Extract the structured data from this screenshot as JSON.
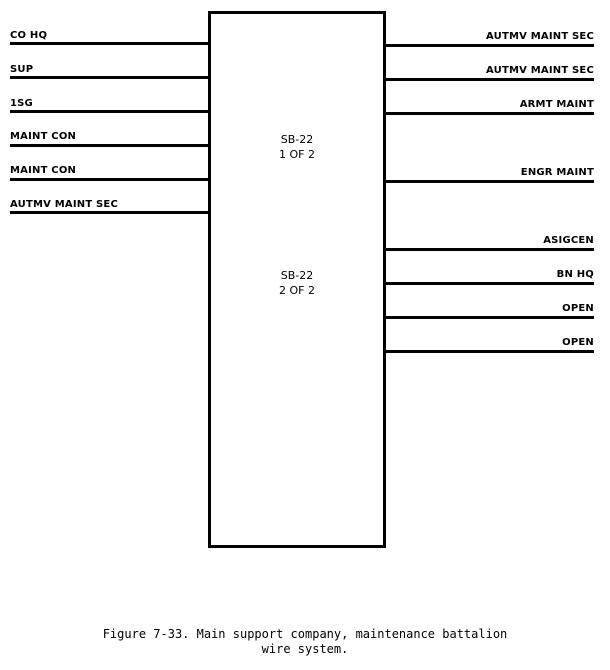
{
  "board": {
    "label_1": [
      "SB-22",
      "1 OF 2"
    ],
    "label_2": [
      "SB-22",
      "2 OF 2"
    ]
  },
  "left_wires": [
    "CO HQ",
    "SUP",
    "1SG",
    "MAINT CON",
    "MAINT CON",
    "AUTMV MAINT SEC"
  ],
  "right_wires": [
    "AUTMV MAINT SEC",
    "AUTMV MAINT SEC",
    "ARMT MAINT",
    "ENGR MAINT",
    "ASIGCEN",
    "BN HQ",
    "OPEN",
    "OPEN"
  ],
  "caption": {
    "line_1": "Figure 7-33. Main support company, maintenance battalion",
    "line_2": "wire system."
  }
}
